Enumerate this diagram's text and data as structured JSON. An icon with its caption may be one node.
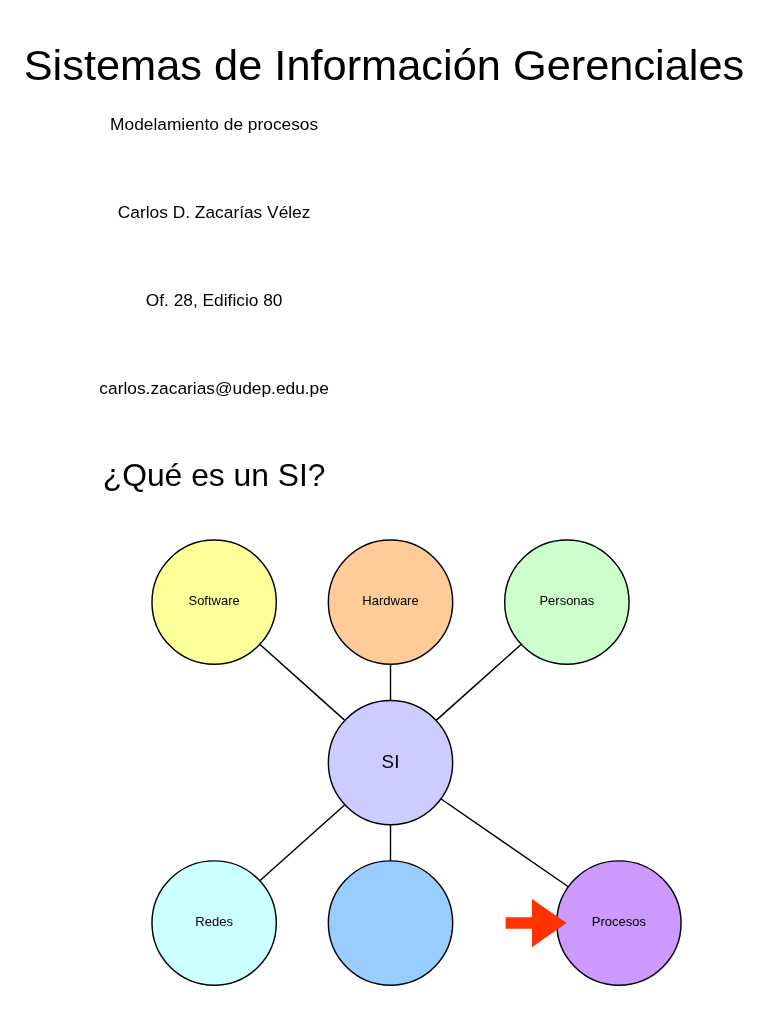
{
  "diagram": {
    "title": "Sistemas de Información Gerenciales",
    "nodes": [
      {
        "text": [
          "Software"
        ]
      },
      {
        "text": [
          "Hardware"
        ]
      },
      {
        "text": [
          "Personas"
        ]
      },
      {
        "text": [
          "SI"
        ]
      },
      {
        "text": [
          "Procesos"
        ]
      },
      {
        "text": [
          "Redes"
        ]
      },
      {
        "text": [],
        "shape": "circle"
      }
    ],
    "edges": [
      {
        "from": 3,
        "to": 0,
        "arrow": "none"
      },
      {
        "from": 3,
        "to": 1,
        "arrow": "none"
      },
      {
        "from": 3,
        "to": 2,
        "arrow": "none"
      },
      {
        "from": 3,
        "to": 4,
        "arrow": "none"
      },
      {
        "from": 3,
        "to": 5,
        "arrow": "none"
      },
      {
        "from": 3,
        "to": 6,
        "arrow": "none"
      },
      {
        "from": null,
        "to": 4,
        "arrow": "to",
        "style": "thick",
        "color": "#ff3300"
      }
    ],
    "labels": [
      "Modelamiento de procesos",
      "Carlos D. Zacarías Vélez",
      "Of. 28, Edificio 80",
      "carlos.zacarias@udep.edu.pe",
      "¿Qué es un SI?"
    ]
  }
}
